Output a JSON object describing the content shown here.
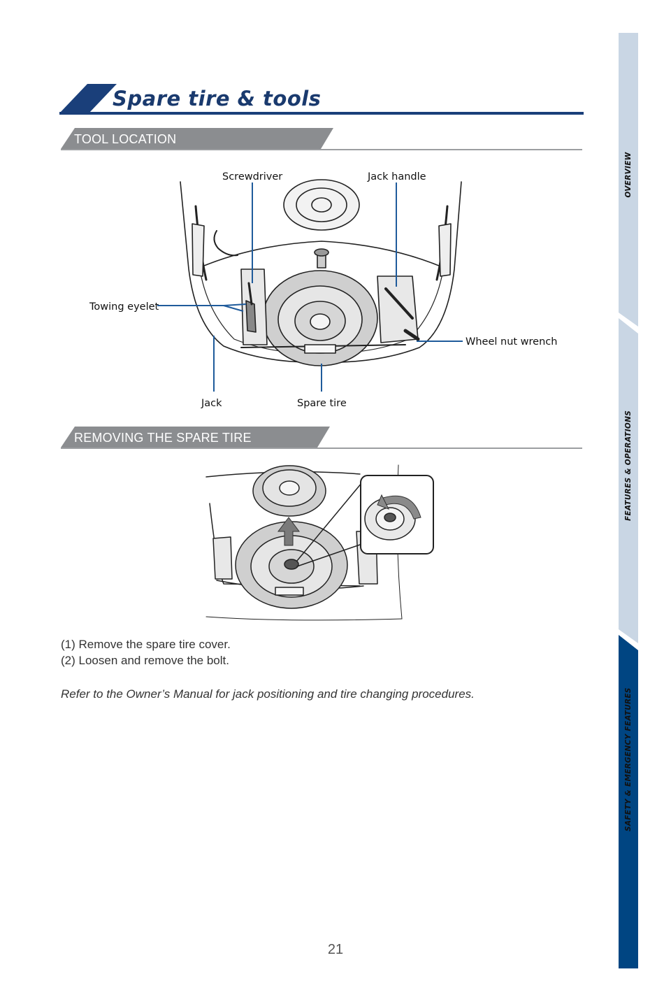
{
  "page": {
    "title": "Spare tire & tools",
    "page_number": "21"
  },
  "sections": {
    "tool_location": {
      "header": "TOOL LOCATION",
      "callouts": {
        "screwdriver": "Screwdriver",
        "jack_handle": "Jack handle",
        "towing_eyelet": "Towing eyelet",
        "wheel_nut_wrench": "Wheel nut wrench",
        "jack": "Jack",
        "spare_tire": "Spare tire"
      }
    },
    "removing": {
      "header": "REMOVING THE SPARE TIRE",
      "steps": [
        "(1) Remove the spare tire cover.",
        "(2) Loosen and remove the bolt."
      ],
      "note": "Refer to the Owner’s Manual for jack positioning and tire changing procedures."
    }
  },
  "side_nav": [
    {
      "label": "OVERVIEW",
      "active": false
    },
    {
      "label": "FEATURES & OPERATIONS",
      "active": false
    },
    {
      "label": "SAFETY & EMERGENCY FEATURES",
      "active": true
    }
  ],
  "colors": {
    "brand_navy": "#1a3f7a",
    "nav_inactive": "#c9d6e4",
    "nav_active": "#004582",
    "section_gray": "#8b8d90"
  }
}
